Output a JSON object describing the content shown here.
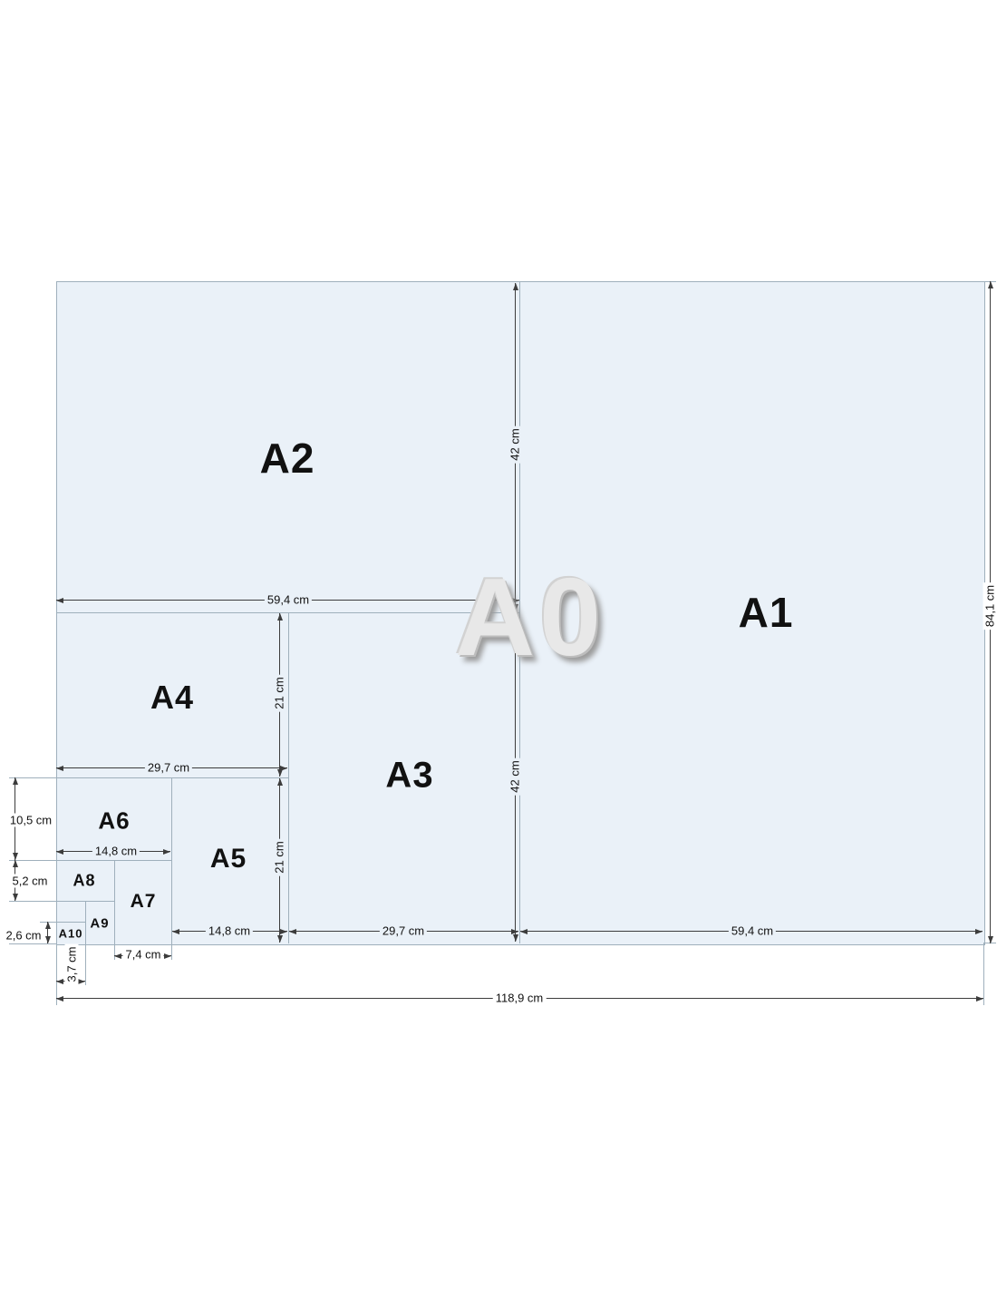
{
  "diagram": {
    "watermark": "A0",
    "sheets": {
      "a1": "A1",
      "a2": "A2",
      "a3": "A3",
      "a4": "A4",
      "a5": "A5",
      "a6": "A6",
      "a7": "A7",
      "a8": "A8",
      "a9": "A9",
      "a10": "A10"
    },
    "dims": {
      "a0_width": "118,9 cm",
      "a0_height": "84,1 cm",
      "a1_width": "59,4 cm",
      "a2_width": "59,4 cm",
      "a2_height": "42 cm",
      "a3_height": "42 cm",
      "a3_width": "29,7 cm",
      "a4_width": "29,7 cm",
      "a4_height": "21 cm",
      "a5_height": "21 cm",
      "a5_width": "14,8 cm",
      "a6_width": "14,8 cm",
      "a6_height": "10,5 cm",
      "a7_width": "7,4 cm",
      "a8_height": "5,2 cm",
      "a9_width": "3,7 cm",
      "a10_height": "2,6 cm"
    },
    "colors": {
      "paper": "#eaf1f8",
      "line": "#9fb0bc",
      "dim": "#3c3c3c",
      "label": "#111111",
      "watermark": "#e8e8e8"
    }
  }
}
